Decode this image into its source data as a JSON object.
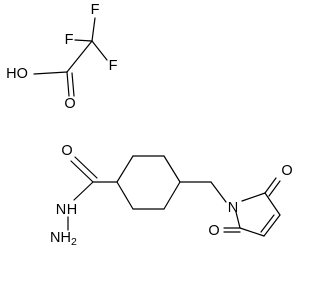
{
  "structure": {
    "counterion": {
      "fluorine_top": "F",
      "fluorine_left": "F",
      "fluorine_right": "F",
      "hydroxyl": "HO",
      "carbonyl_oxygen": "O"
    },
    "main": {
      "carbonyl_oxygen": "O",
      "hydrazide_nh": "N",
      "hydrazide_nh_h": "H",
      "hydrazide_nh2": "NH",
      "hydrazide_nh2_subscript": "2",
      "imide_nitrogen": "N",
      "imide_oxygen_top": "O",
      "imide_oxygen_bottom": "O"
    }
  }
}
